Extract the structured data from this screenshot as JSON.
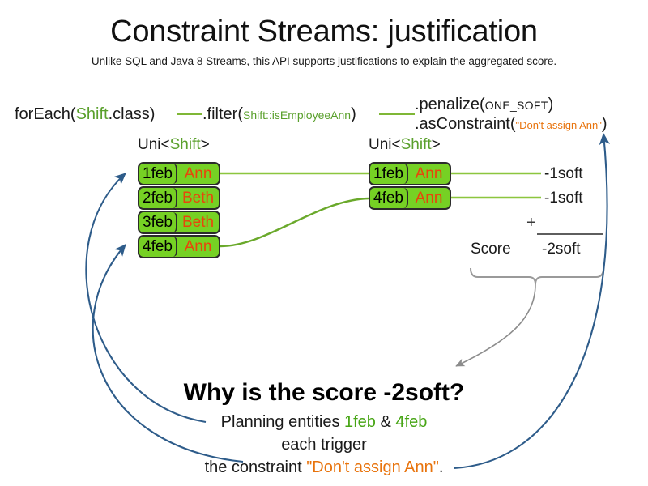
{
  "slide": {
    "title": "Constraint Streams: justification",
    "subtitle": "Unlike SQL and Java 8 Streams, this API supports justifications to explain the aggregated score."
  },
  "colors": {
    "tuple_fill": "#76d124",
    "tuple_border": "#2b2b2b",
    "date_text": "#000000",
    "name_text": "#e8450c",
    "code_green": "#5aa02c",
    "string_orange": "#e8730c",
    "stream_line": "#7fb736",
    "blue_arrow": "#2e5c8a",
    "gray_arrow": "#8c8c8c"
  },
  "pipeline": {
    "foreach": {
      "method": "forEach(",
      "type": "Shift",
      "rest": ".class)"
    },
    "filter": {
      "method": ".filter(",
      "arg": "Shift::isEmployeeAnn",
      "rest": ")"
    },
    "penalize": {
      "method": ".penalize(",
      "arg": "ONE_SOFT",
      "rest": ")"
    },
    "asconstraint": {
      "method": ".asConstraint(",
      "arg": "\"Don't assign Ann\"",
      "rest": ")"
    }
  },
  "columns": {
    "left": {
      "header_prefix": "Uni<",
      "header_type": "Shift",
      "header_suffix": ">",
      "tuples": [
        {
          "date": "1feb",
          "name": "Ann"
        },
        {
          "date": "2feb",
          "name": "Beth"
        },
        {
          "date": "3feb",
          "name": "Beth"
        },
        {
          "date": "4feb",
          "name": "Ann"
        }
      ]
    },
    "right": {
      "header_prefix": "Uni<",
      "header_type": "Shift",
      "header_suffix": ">",
      "tuples": [
        {
          "date": "1feb",
          "name": "Ann"
        },
        {
          "date": "4feb",
          "name": "Ann"
        }
      ]
    }
  },
  "score": {
    "penalties": [
      "-1soft",
      "-1soft"
    ],
    "operator": "+",
    "label": "Score",
    "total": "-2soft"
  },
  "explanation": {
    "question": "Why is the score -2soft?",
    "line1_prefix": "Planning entities ",
    "line1_entity_a": "1feb",
    "line1_amp": " & ",
    "line1_entity_b": "4feb",
    "line2": "each trigger",
    "line3_prefix": "the constraint ",
    "line3_constraint": "\"Don't assign Ann\"",
    "line3_suffix": "."
  }
}
